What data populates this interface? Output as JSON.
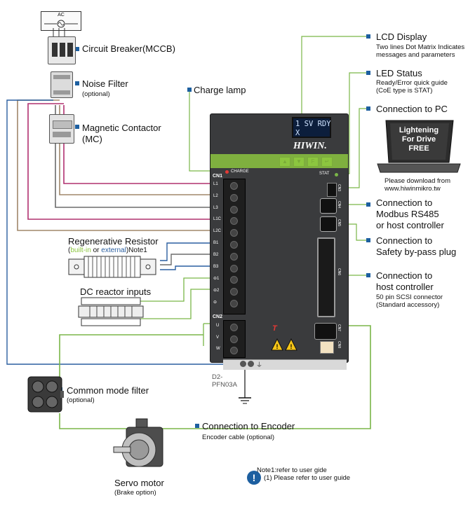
{
  "ac_label": "AC",
  "labels": {
    "breaker": "Circuit Breaker(MCCB)",
    "noise_filter": "Noise Filter",
    "noise_filter_sub": "(optional)",
    "contactor_1": "Magnetic Contactor",
    "contactor_2": "(MC)",
    "charge_lamp": "Charge lamp",
    "lcd_title": "LCD Display",
    "lcd_sub1": "Two lines Dot Matrix Indicates",
    "lcd_sub2": "messages and parameters",
    "led_title": "LED Status",
    "led_sub1": "Ready/Error quick guide",
    "led_sub2": "(CoE type is STAT)",
    "pc_title": "Connection to PC",
    "laptop_line1": "Lightening",
    "laptop_line2": "For Drive",
    "laptop_line3": "FREE",
    "download1": "Please download from",
    "download2": "www.hiwinmikro.tw",
    "modbus1": "Connection to",
    "modbus2": "Modbus RS485",
    "modbus3": "or host controller",
    "safety1": "Connection to",
    "safety2": "Safety by-pass plug",
    "host1": "Connection to",
    "host2": "host controller",
    "host_sub1": "50 pin SCSI connector",
    "host_sub2": "(Standard accessory)",
    "regen_title": "Regenerative Resistor",
    "regen_open": "(",
    "regen_builtin": "built-in",
    "regen_or": " or ",
    "regen_external": "external",
    "regen_close": ")Note1",
    "dc_reactor": "DC reactor inputs",
    "cm_filter": "Common mode filter",
    "cm_filter_sub": "(optional)",
    "encoder_title": "Connection to Encoder",
    "encoder_sub": "Encoder cable (optional)",
    "servo_title": "Servo motor",
    "servo_sub": "(Brake option)",
    "note_title": "Note1:refer to user gide",
    "note_sub": "(1) Please refer to user guide",
    "model1": "D2-",
    "model2": "PFN03A"
  },
  "drive": {
    "lcd_line1": "1 SV RDY",
    "lcd_line2": "X",
    "brand": "HIWIN.",
    "charge": "CHARGE",
    "cn1": "CN1",
    "cn2": "CN2",
    "stat": "STAT",
    "cn1_terminals": [
      "L1",
      "L2",
      "L3",
      "L1C",
      "L2C",
      "B1",
      "B2",
      "B3",
      "⊖1",
      "⊖2",
      "⊖"
    ],
    "cn2_terminals": [
      "U",
      "V",
      "W"
    ],
    "side_labels": [
      "CN3",
      "CN4",
      "CN5",
      "CN6",
      "CN7",
      "CN8"
    ],
    "t_label": "T"
  },
  "colors": {
    "wire_magenta": "#b0306f",
    "wire_grey": "#6b6b6b",
    "wire_tan": "#a0876a",
    "wire_blue": "#2a5fa0",
    "wire_green": "#7ab648",
    "bullet_blue": "#1d5fa0",
    "drive_body": "#3a3b3d",
    "accent_green": "#8cc63f"
  }
}
